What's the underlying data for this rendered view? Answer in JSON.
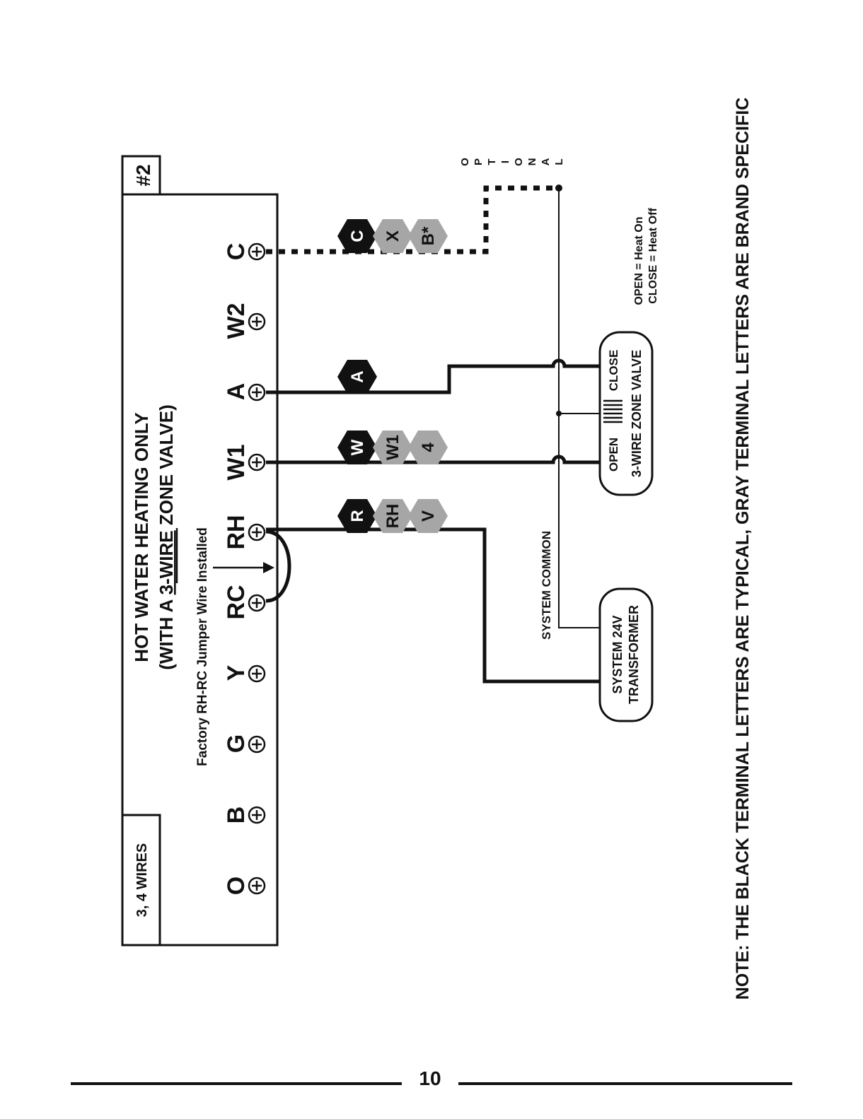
{
  "diagram_number": "#2",
  "wires_label": "3, 4 WIRES",
  "title_line1": "HOT WATER HEATING ONLY",
  "title_line2_prefix": "(WITH A ",
  "title_line2_underlined": "3-WIRE",
  "title_line2_suffix": " ZONE VALVE)",
  "jumper_note": "Factory RH-RC Jumper Wire Installed",
  "terminals": [
    "O",
    "B",
    "G",
    "Y",
    "RC",
    "RH",
    "W1",
    "A",
    "W2",
    "C"
  ],
  "typical_hex": {
    "c": "C",
    "a": "A",
    "w": "W",
    "r": "R"
  },
  "brand_hex": {
    "x": "X",
    "bstar": "B*",
    "w1": "W1",
    "four": "4",
    "rh": "RH",
    "v": "V"
  },
  "optional_letters": [
    "O",
    "P",
    "T",
    "I",
    "O",
    "N",
    "A",
    "L"
  ],
  "legend_open": "OPEN = Heat On",
  "legend_close": "CLOSE = Heat Off",
  "valve_label": "3-WIRE ZONE VALVE",
  "valve_open": "OPEN",
  "valve_close": "CLOSE",
  "system_common": "SYSTEM COMMON",
  "transformer_line1": "SYSTEM 24V",
  "transformer_line2": "TRANSFORMER",
  "note": "NOTE: THE BLACK TERMINAL LETTERS ARE TYPICAL, GRAY TERMINAL LETTERS ARE BRAND SPECIFIC",
  "page_number": "10",
  "colors": {
    "black": "#111111",
    "gray": "#a6a6a6"
  }
}
